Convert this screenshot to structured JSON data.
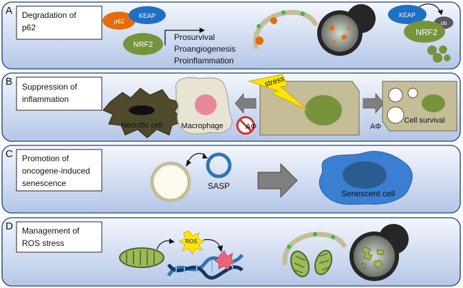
{
  "panels": [
    {
      "letter": "A",
      "title_line1": "Degradation of",
      "title_line2": "p62"
    },
    {
      "letter": "B",
      "title_line1": "Suppression of",
      "title_line2": "inflammation"
    },
    {
      "letter": "C",
      "title_line1": "Promotion of",
      "title_line2": "oncogene-induced",
      "title_line3": "senescence"
    },
    {
      "letter": "D",
      "title_line1": "Management of",
      "title_line2": "ROS stress"
    }
  ],
  "panel_a": {
    "p62": "p62",
    "keap": "KEAP",
    "nrf2": "NRF2",
    "outcome1": "Prosurvival",
    "outcome2": "Proangiogenesis",
    "outcome3": "Proinflammation",
    "keap_right": "KEAP",
    "ub": "ub",
    "nrf2_right": "NRF2"
  },
  "panel_b": {
    "necrotic": "Necrotic cell",
    "macrophage": "Macrophage",
    "stress": "stress",
    "aphi_blocked": "AΦ",
    "aphi": "AΦ",
    "survival": "Cell survival"
  },
  "panel_c": {
    "sasp": "SASP",
    "senescent": "Senescent cell"
  },
  "panel_d": {
    "ros": "ROS"
  },
  "colors": {
    "panel_fill_top": "#f4f7fd",
    "panel_fill_bottom": "#b4c6e7",
    "panel_stroke": "#3a5a8c",
    "nrf2_green": "#77933c",
    "keap_blue": "#1f6fc5",
    "p62_orange": "#e46c0a",
    "membrane_tan": "#c4bd97",
    "cell_tan": "#ddd9c3",
    "arrow_gray": "#7f7f7f",
    "senescent_blue": "#3a7fd1",
    "ros_yellow": "#ffe600"
  }
}
